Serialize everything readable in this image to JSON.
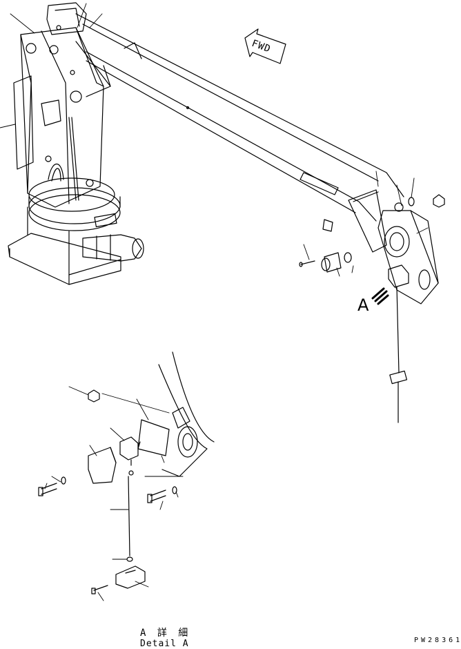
{
  "labels": {
    "view_arrow": "A",
    "direction": "FWD",
    "detail_title_jp": "A 詳 細",
    "detail_title_en": "Detail A",
    "drawing_code": "PW28361"
  }
}
